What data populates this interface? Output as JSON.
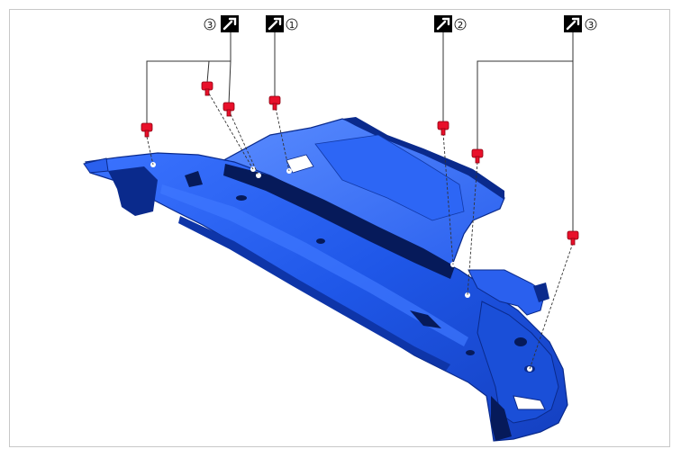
{
  "callouts": [
    {
      "id": "c3-left",
      "number": "3",
      "number_side": "left"
    },
    {
      "id": "c1",
      "number": "1",
      "number_side": "right"
    },
    {
      "id": "c2",
      "number": "2",
      "number_side": "right"
    },
    {
      "id": "c3-right",
      "number": "3",
      "number_side": "right"
    }
  ],
  "icons": {
    "torque": "torque-wrench-icon",
    "bolt": "bolt-icon"
  },
  "colors": {
    "part_fill": "#1f57e8",
    "part_dark": "#0a2a8c",
    "part_shadow": "#061a5a",
    "part_light": "#4d82ff",
    "bolt": "#e8102a",
    "leader": "#333333",
    "frame": "#c8c8c8"
  }
}
